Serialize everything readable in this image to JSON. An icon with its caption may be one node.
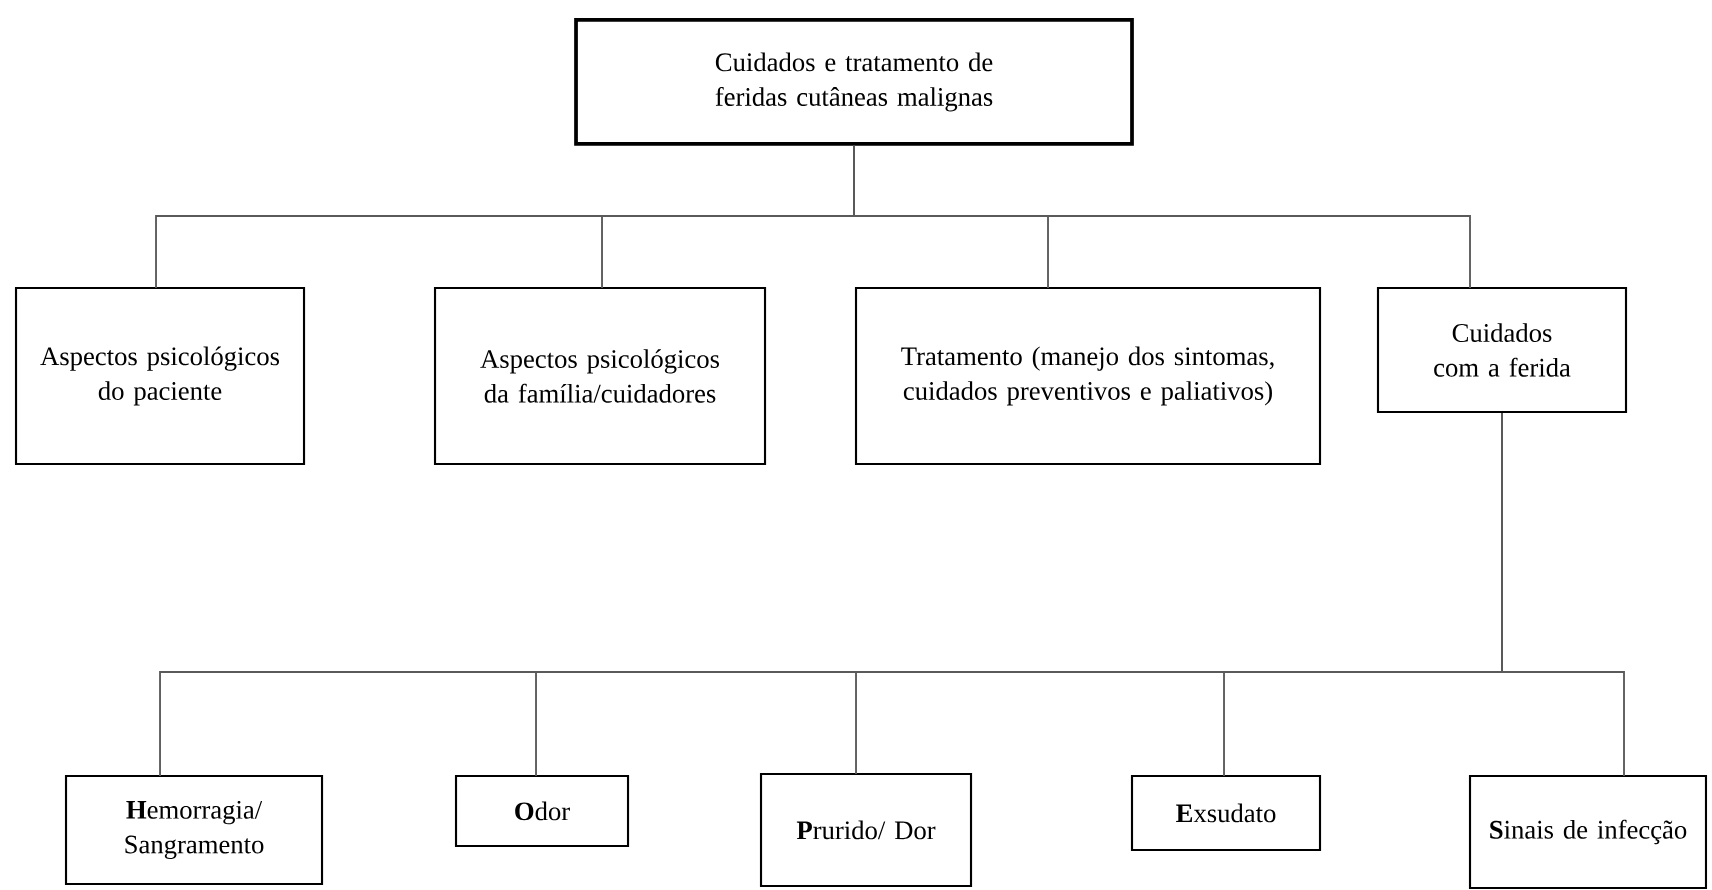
{
  "diagram": {
    "nodes": [
      {
        "text": [
          "Cuidados e tratamento de feridas cutâneas malignas"
        ]
      },
      {
        "text": [
          "Aspectos psicológicos do paciente"
        ]
      },
      {
        "text": [
          "Aspectos psicológicos da família/cuidadores"
        ]
      },
      {
        "text": [
          "Tratamento (manejo dos sintomas, cuidados preventivos e paliativos)"
        ]
      },
      {
        "text": [
          "Cuidados com a ferida"
        ]
      },
      {
        "text": [
          "**H**emorragia/ Sangramento"
        ]
      },
      {
        "text": [
          "**O**dor"
        ]
      },
      {
        "text": [
          "**P**rurido/ Dor"
        ]
      },
      {
        "text": [
          "**E**xsudato"
        ]
      },
      {
        "text": [
          "**S**inais de infecção"
        ]
      }
    ],
    "edges": [
      {
        "from": 0,
        "to": 1,
        "arrow": "none"
      },
      {
        "from": 0,
        "to": 2,
        "arrow": "none"
      },
      {
        "from": 0,
        "to": 3,
        "arrow": "none"
      },
      {
        "from": 0,
        "to": 4,
        "arrow": "none"
      },
      {
        "from": 4,
        "to": 5,
        "arrow": "none"
      },
      {
        "from": 4,
        "to": 6,
        "arrow": "none"
      },
      {
        "from": 4,
        "to": 7,
        "arrow": "none"
      },
      {
        "from": 4,
        "to": 8,
        "arrow": "none"
      },
      {
        "from": 4,
        "to": 9,
        "arrow": "none"
      }
    ]
  }
}
